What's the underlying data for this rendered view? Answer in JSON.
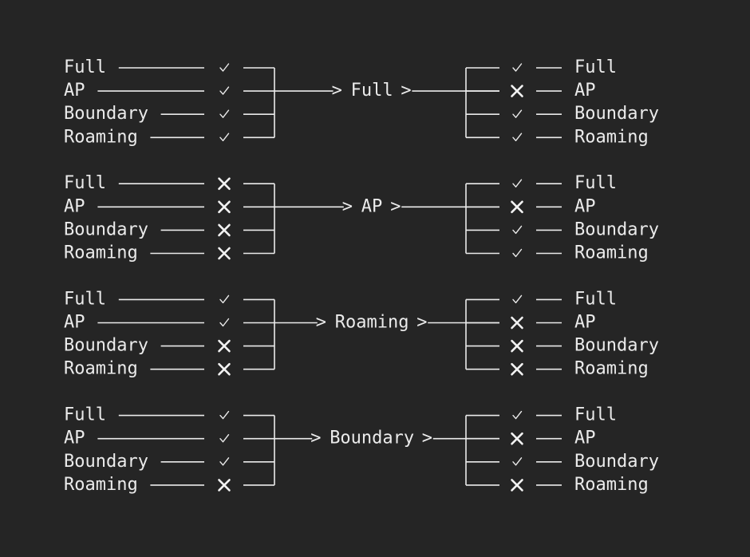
{
  "symbols": {
    "check": "✓",
    "cross": "✗",
    "arrow": ">"
  },
  "colors": {
    "background": "#252525",
    "foreground": "#ebebeb"
  },
  "rows": [
    "Full",
    "AP",
    "Boundary",
    "Roaming"
  ],
  "groups": [
    {
      "name": "Full",
      "inputs": [
        "check",
        "check",
        "check",
        "check"
      ],
      "outputs": [
        "check",
        "cross",
        "check",
        "check"
      ]
    },
    {
      "name": "AP",
      "inputs": [
        "cross",
        "cross",
        "cross",
        "cross"
      ],
      "outputs": [
        "check",
        "cross",
        "check",
        "check"
      ]
    },
    {
      "name": "Roaming",
      "inputs": [
        "check",
        "check",
        "cross",
        "cross"
      ],
      "outputs": [
        "check",
        "cross",
        "cross",
        "cross"
      ]
    },
    {
      "name": "Boundary",
      "inputs": [
        "check",
        "check",
        "check",
        "cross"
      ],
      "outputs": [
        "check",
        "cross",
        "check",
        "cross"
      ]
    }
  ]
}
